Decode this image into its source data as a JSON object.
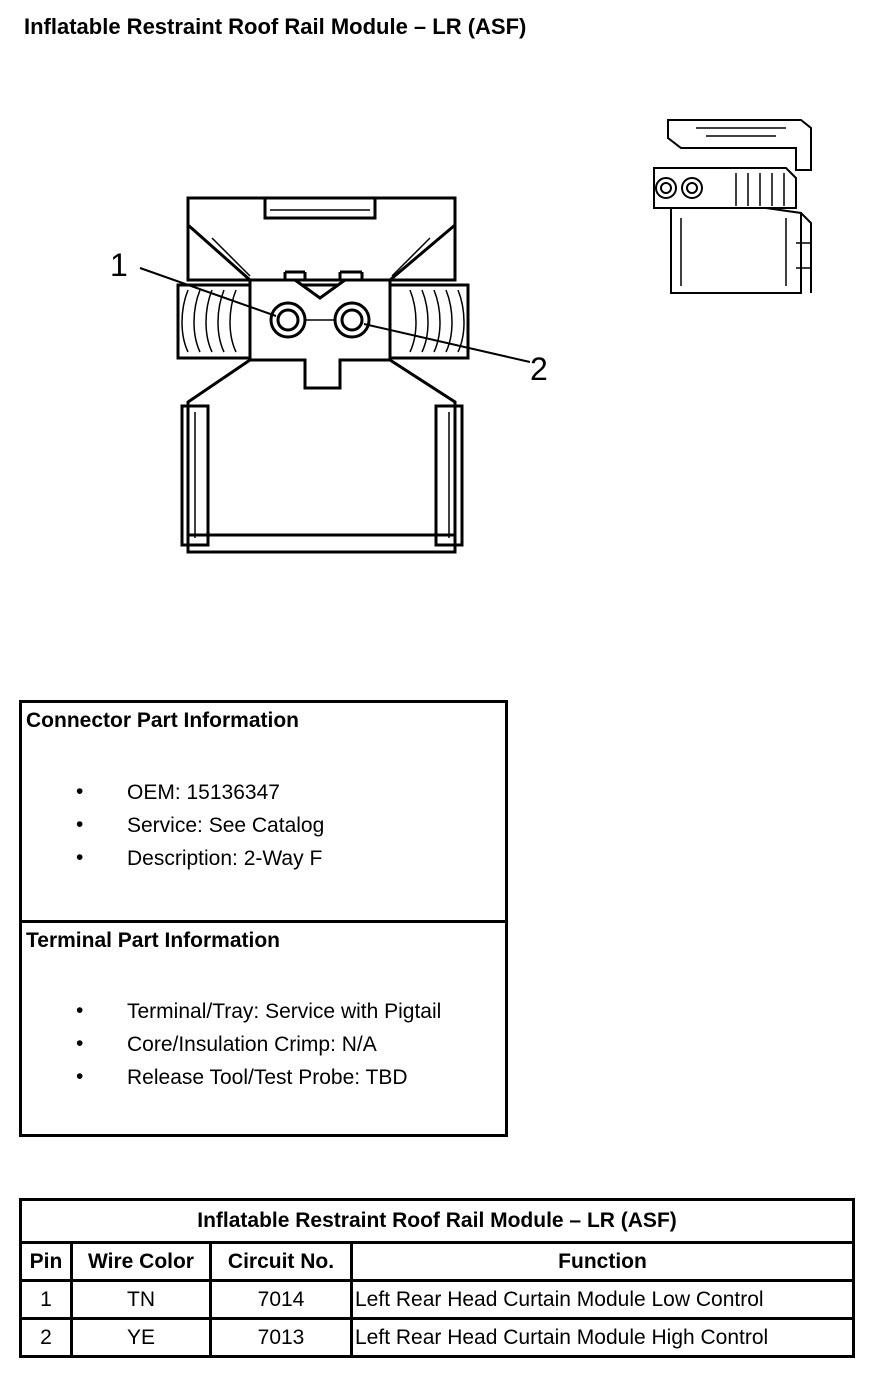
{
  "title": "Inflatable Restraint Roof Rail Module – LR (ASF)",
  "diagram": {
    "pin_labels": [
      "1",
      "2"
    ]
  },
  "connector_info": {
    "heading": "Connector Part Information",
    "items": [
      "OEM: 15136347",
      "Service: See Catalog",
      "Description: 2-Way F"
    ]
  },
  "terminal_info": {
    "heading": "Terminal Part Information",
    "items": [
      "Terminal/Tray: Service with Pigtail",
      "Core/Insulation Crimp: N/A",
      "Release Tool/Test Probe: TBD"
    ]
  },
  "bullet": "•",
  "table": {
    "title": "Inflatable Restraint Roof Rail Module – LR (ASF)",
    "headers": [
      "Pin",
      "Wire Color",
      "Circuit No.",
      "Function"
    ],
    "rows": [
      [
        "1",
        "TN",
        "7014",
        "Left Rear Head Curtain Module Low Control"
      ],
      [
        "2",
        "YE",
        "7013",
        "Left Rear Head Curtain Module High Control"
      ]
    ]
  }
}
